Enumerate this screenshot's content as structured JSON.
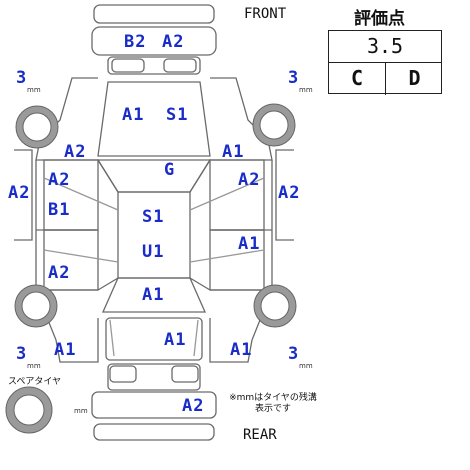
{
  "labels": {
    "front": "FRONT",
    "rear": "REAR",
    "spare_tire": "スペアタイヤ",
    "mm_note": "※mmはタイヤの残溝表示です"
  },
  "score": {
    "title": "評価点",
    "overall": "3.5",
    "interior": "C",
    "exterior": "D"
  },
  "tire_tread": {
    "front_left": "3",
    "front_right": "3",
    "rear_left": "3",
    "rear_right": "3",
    "unit": "mm",
    "spare_unit": "mm"
  },
  "damage_codes": {
    "front_bumper_left": "B2",
    "front_bumper_right": "A2",
    "hood_left": "A1",
    "hood_right": "S1",
    "left_front_fender_upper": "A2",
    "left_front_fender_side": "A2",
    "left_front_door_1": "A2",
    "left_front_door_2": "B1",
    "left_rear_door": "A2",
    "left_rear_quarter": "A1",
    "right_front_fender_upper": "A1",
    "right_front_fender_side": "A2",
    "right_front_door": "A2",
    "right_rear_door": "A1",
    "right_rear_quarter": "A1",
    "windshield": "G",
    "roof_1": "S1",
    "roof_2": "U1",
    "rear_glass": "A1",
    "trunk": "A1",
    "rear_bumper": "A2"
  },
  "colors": {
    "code": "#1a2cc8",
    "line": "#6a6a6a"
  }
}
